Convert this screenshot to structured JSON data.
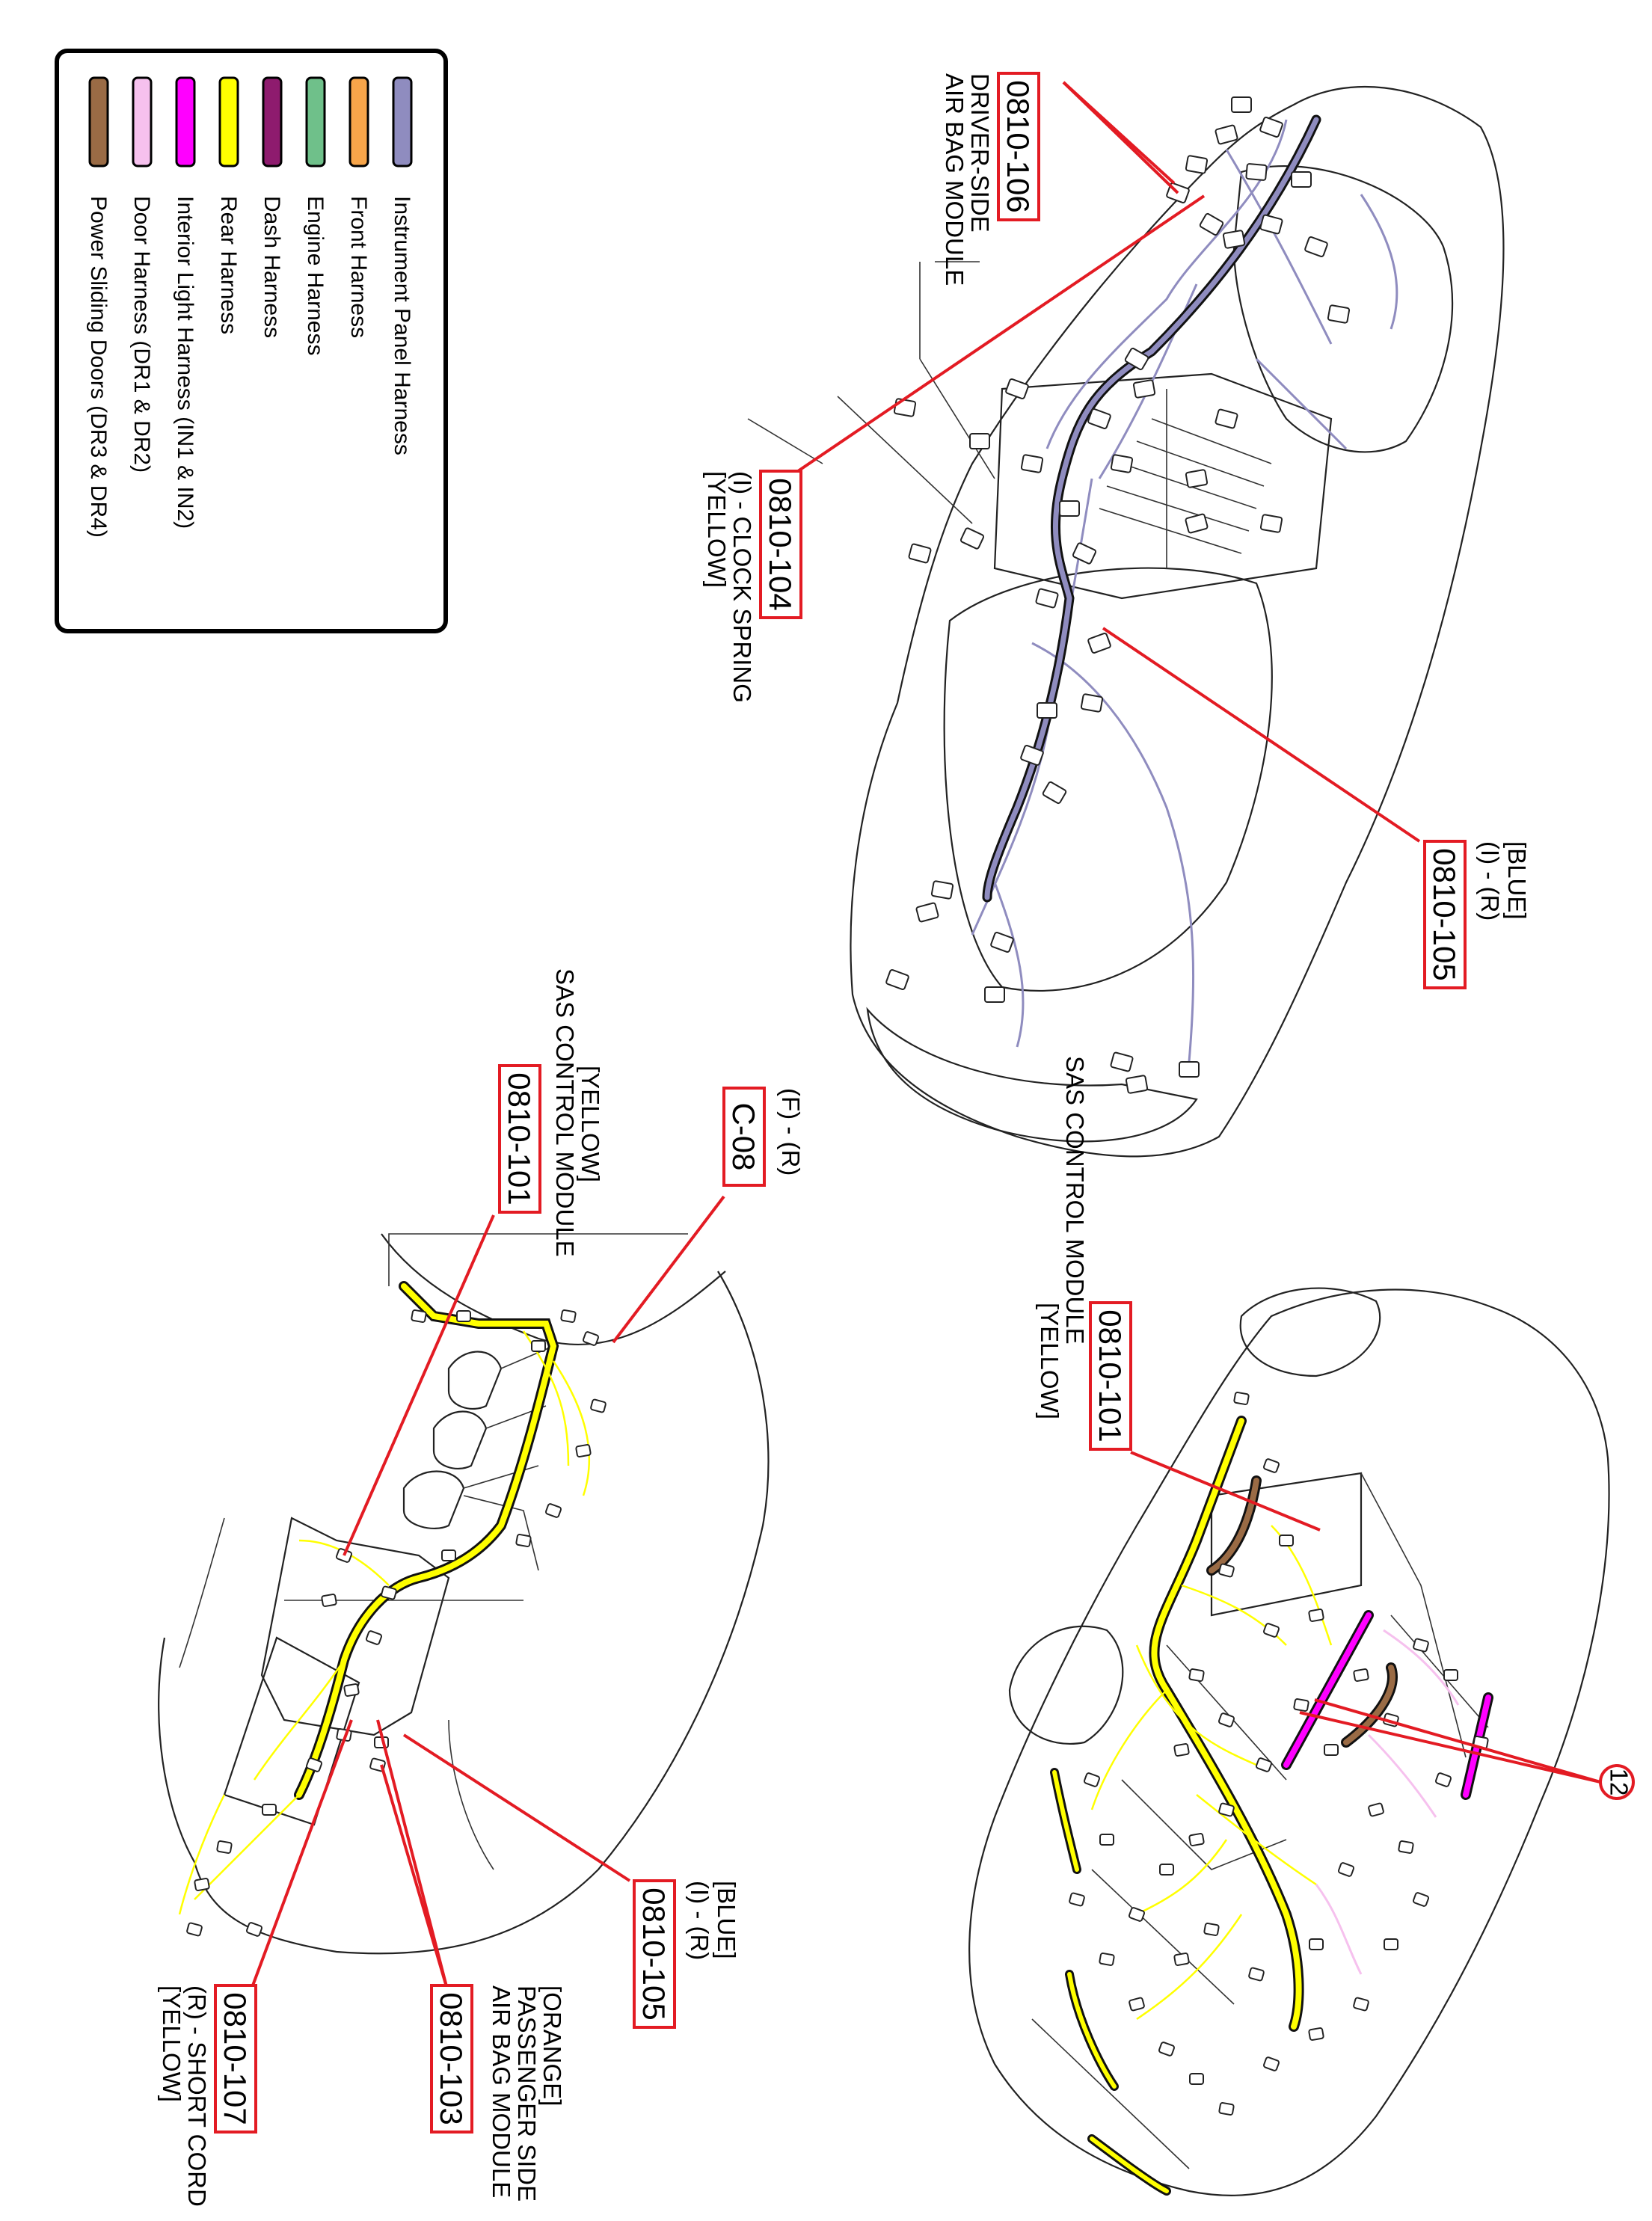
{
  "legend": {
    "items": [
      {
        "label": "Instrument Panel Harness",
        "color": "#8f8cbf"
      },
      {
        "label": "Front Harness",
        "color": "#f7a54a"
      },
      {
        "label": "Engine Harness",
        "color": "#6fc08a"
      },
      {
        "label": "Dash Harness",
        "color": "#8e1b6e"
      },
      {
        "label": "Rear Harness",
        "color": "#ffff00"
      },
      {
        "label": "Interior Light Harness (IN1 & IN2)",
        "color": "#ff00ff"
      },
      {
        "label": "Door Harness (DR1 & DR2)",
        "color": "#f6c1ee"
      },
      {
        "label": "Power Sliding Doors (DR3 & DR4)",
        "color": "#9a6b45"
      }
    ]
  },
  "callouts": {
    "c106": {
      "code": "0810-106",
      "line1": "DRIVER-SIDE",
      "line2": "AIR BAG MODULE"
    },
    "c104": {
      "code": "0810-104",
      "line1": "(I) - CLOCK SPRING",
      "line2": "[YELLOW]"
    },
    "c105_top": {
      "code": "0810-105",
      "line1": "[BLUE]",
      "line2": "(I) - (R)"
    },
    "c101_right": {
      "code": "0810-101",
      "line1": "SAS CONTROL MODULE",
      "line2": "[YELLOW]"
    },
    "c12": {
      "code": "12"
    },
    "c08": {
      "code": "C-08",
      "line1": "(F) - (R)"
    },
    "c101_left": {
      "code": "0810-101",
      "line1": "[YELLOW]",
      "line2": "SAS CONTROL MODULE"
    },
    "c105_bottom": {
      "code": "0810-105",
      "line1": "[BLUE]",
      "line2": "(I) - (R)"
    },
    "c103": {
      "code": "0810-103",
      "line1": "[ORANGE]",
      "line2": "PASSENGER SIDE",
      "line3": "AIR BAG MODULE"
    },
    "c107": {
      "code": "0810-107",
      "line1": "(R) - SHORT CORD",
      "line2": "[YELLOW]"
    }
  },
  "colors": {
    "callout_red": "#e31b23",
    "ip_harness": "#8f8cbf",
    "rear_harness": "#ffff00",
    "dash_harness": "#8e1b6e",
    "interior_light": "#ff00ff",
    "door_harness": "#f6c1ee",
    "power_sliding": "#9a6b45"
  }
}
